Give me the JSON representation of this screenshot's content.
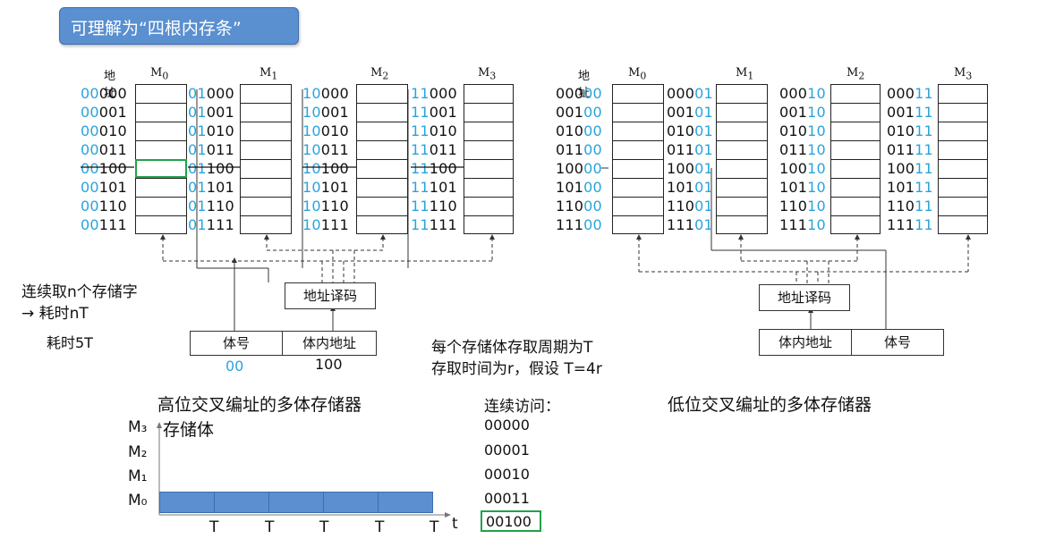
{
  "callout": "可理解为“四根内存条”",
  "left": {
    "addr_header": "地址",
    "banks": [
      "M0",
      "M1",
      "M2",
      "M3"
    ],
    "rows": [
      [
        "00",
        "000"
      ],
      [
        "00",
        "001"
      ],
      [
        "00",
        "010"
      ],
      [
        "00",
        "011"
      ],
      [
        "00",
        "100"
      ],
      [
        "00",
        "101"
      ],
      [
        "00",
        "110"
      ],
      [
        "00",
        "111"
      ],
      [
        "01",
        "000"
      ],
      [
        "01",
        "001"
      ],
      [
        "01",
        "010"
      ],
      [
        "01",
        "011"
      ],
      [
        "01",
        "100"
      ],
      [
        "01",
        "101"
      ],
      [
        "01",
        "110"
      ],
      [
        "01",
        "111"
      ],
      [
        "10",
        "000"
      ],
      [
        "10",
        "001"
      ],
      [
        "10",
        "010"
      ],
      [
        "10",
        "011"
      ],
      [
        "10",
        "100"
      ],
      [
        "10",
        "101"
      ],
      [
        "10",
        "110"
      ],
      [
        "10",
        "111"
      ],
      [
        "11",
        "000"
      ],
      [
        "11",
        "001"
      ],
      [
        "11",
        "010"
      ],
      [
        "11",
        "011"
      ],
      [
        "11",
        "100"
      ],
      [
        "11",
        "101"
      ],
      [
        "11",
        "110"
      ],
      [
        "11",
        "111"
      ]
    ],
    "decoder": "地址译码",
    "field_bank": "体号",
    "field_inner": "体内地址",
    "value_bank": "00",
    "value_inner": "100",
    "caption": "高位交叉编址的多体存储器"
  },
  "right": {
    "addr_header": "地址",
    "banks": [
      "M0",
      "M1",
      "M2",
      "M3"
    ],
    "rows": [
      [
        "000",
        "00"
      ],
      [
        "001",
        "00"
      ],
      [
        "010",
        "00"
      ],
      [
        "011",
        "00"
      ],
      [
        "100",
        "00"
      ],
      [
        "101",
        "00"
      ],
      [
        "110",
        "00"
      ],
      [
        "111",
        "00"
      ],
      [
        "000",
        "01"
      ],
      [
        "001",
        "01"
      ],
      [
        "010",
        "01"
      ],
      [
        "011",
        "01"
      ],
      [
        "100",
        "01"
      ],
      [
        "101",
        "01"
      ],
      [
        "110",
        "01"
      ],
      [
        "111",
        "01"
      ],
      [
        "000",
        "10"
      ],
      [
        "001",
        "10"
      ],
      [
        "010",
        "10"
      ],
      [
        "011",
        "10"
      ],
      [
        "100",
        "10"
      ],
      [
        "101",
        "10"
      ],
      [
        "110",
        "10"
      ],
      [
        "111",
        "10"
      ],
      [
        "000",
        "11"
      ],
      [
        "001",
        "11"
      ],
      [
        "010",
        "11"
      ],
      [
        "011",
        "11"
      ],
      [
        "100",
        "11"
      ],
      [
        "101",
        "11"
      ],
      [
        "110",
        "11"
      ],
      [
        "111",
        "11"
      ]
    ],
    "decoder": "地址译码",
    "field_inner": "体内地址",
    "field_bank": "体号",
    "caption": "低位交叉编址的多体存储器"
  },
  "notes": {
    "continuous_read": "连续取n个存储字",
    "cost_nT": "→ 耗时nT",
    "cost_5T": "耗时5T",
    "cycle_line1": "每个存储体存取周期为T",
    "cycle_line2": "存取时间为r，假设 T=4r",
    "access_title": "连续访问：",
    "access_list": [
      "00000",
      "00001",
      "00010",
      "00011",
      "00100"
    ]
  },
  "timing": {
    "ylabel": "存储体",
    "bank_labels": [
      "M₃",
      "M₂",
      "M₁",
      "M₀"
    ],
    "t_labels": [
      "T",
      "T",
      "T",
      "T",
      "T"
    ],
    "axis_t": "t"
  }
}
